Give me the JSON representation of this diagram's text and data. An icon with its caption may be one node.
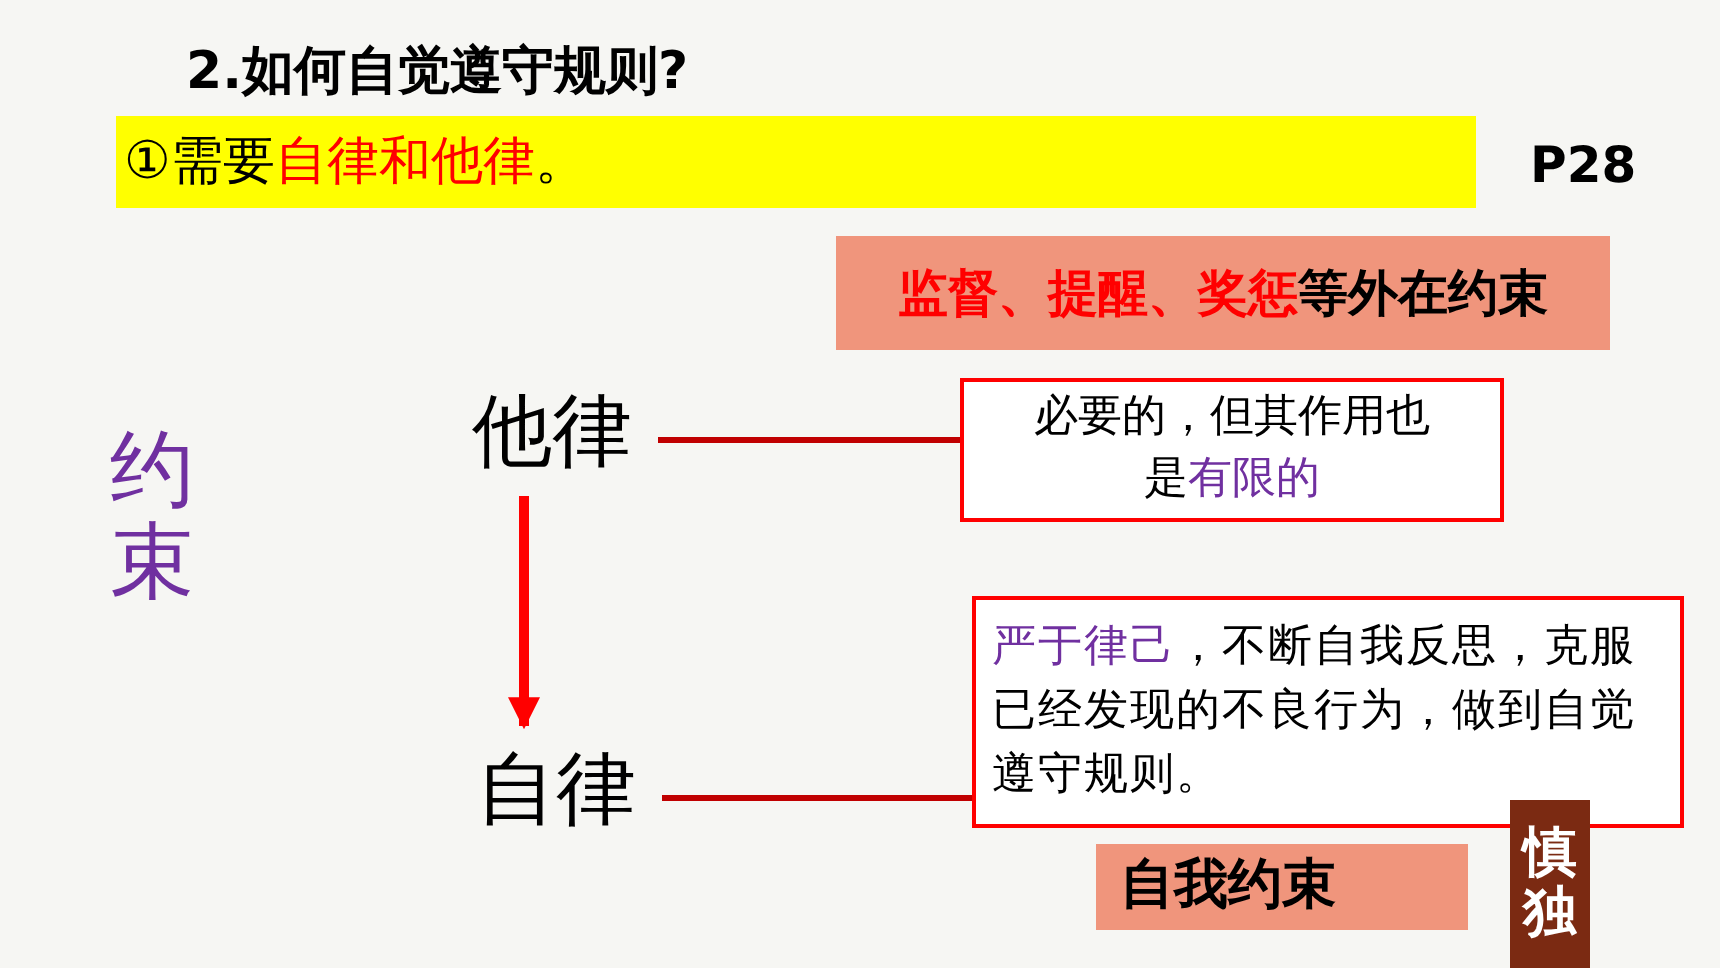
{
  "diagram": {
    "title": "2.如何自觉遵守规则?",
    "nodes": [
      {
        "text": [
          "①需要**自律和他律**。"
        ]
      },
      {
        "text": [
          "**监督、提醒、奖惩**等外在约束"
        ]
      },
      {
        "text": [
          "他律"
        ]
      },
      {
        "text": [
          "必要的，但其作用也是**有限的**"
        ]
      },
      {
        "text": [
          "自律"
        ]
      },
      {
        "text": [
          "**严于律己**，不断自我反思，克服已经发现的不良行为，做到自觉遵守规则。"
        ]
      },
      {
        "text": [
          "自我约束"
        ]
      },
      {
        "text": [
          "慎独"
        ]
      }
    ],
    "edges": [
      {
        "from": 2,
        "to": 3,
        "arrow": "none"
      },
      {
        "from": 2,
        "to": 4,
        "arrow": "to"
      },
      {
        "from": 4,
        "to": 5,
        "arrow": "none"
      }
    ],
    "labels": [
      "P28",
      "约束"
    ]
  }
}
